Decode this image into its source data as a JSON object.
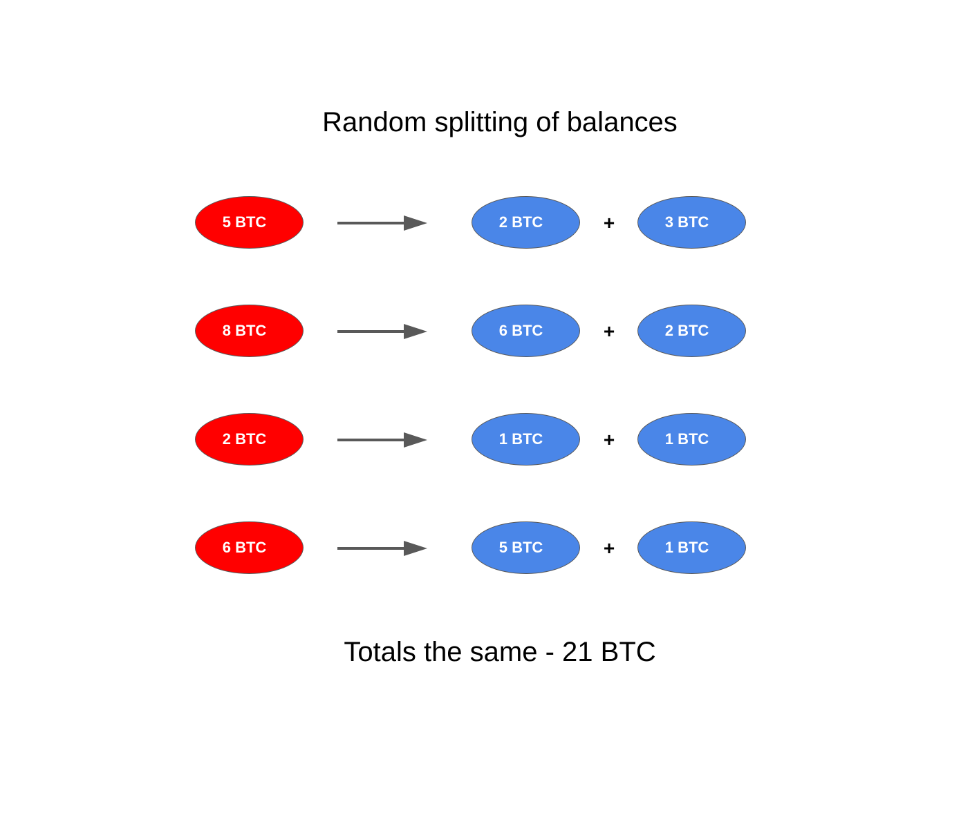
{
  "title": "Random splitting of balances",
  "footer": "Totals the same - 21 BTC",
  "colors": {
    "source": "#ff0000",
    "part": "#4a86e8",
    "arrow": "#595959"
  },
  "rows": [
    {
      "source": "5 BTC",
      "operator": "+",
      "part_a": "2 BTC",
      "part_b": "3 BTC"
    },
    {
      "source": "8 BTC",
      "operator": "+",
      "part_a": "6 BTC",
      "part_b": "2 BTC"
    },
    {
      "source": "2 BTC",
      "operator": "+",
      "part_a": "1 BTC",
      "part_b": "1 BTC"
    },
    {
      "source": "6 BTC",
      "operator": "+",
      "part_a": "5 BTC",
      "part_b": "1 BTC"
    }
  ]
}
